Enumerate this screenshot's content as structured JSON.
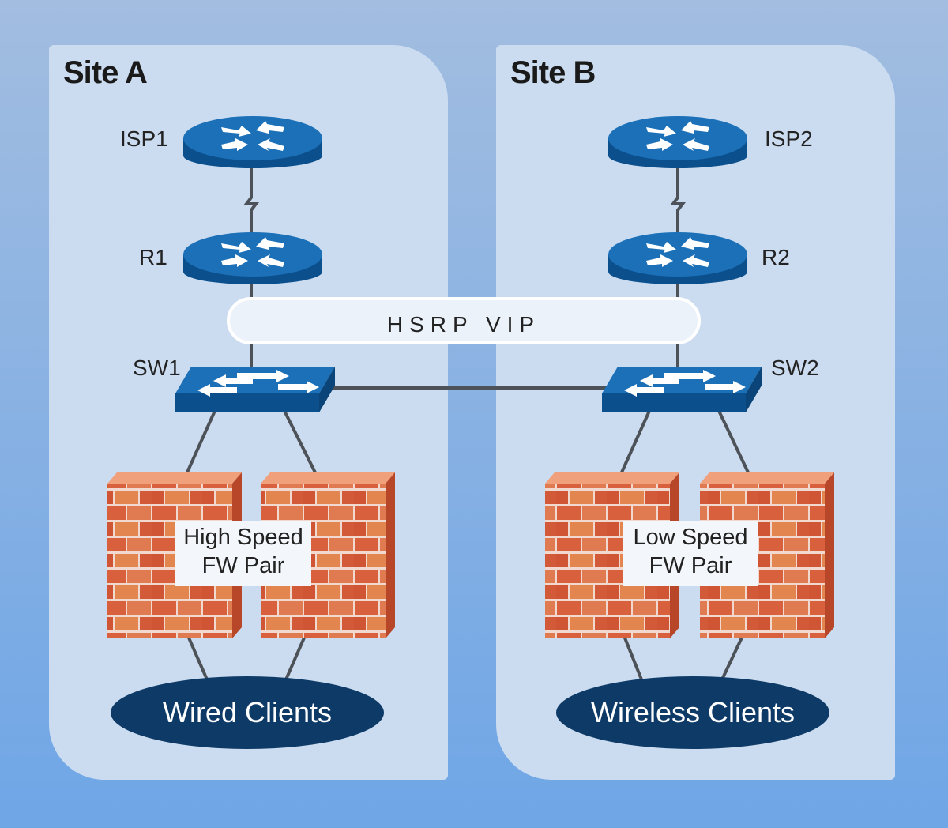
{
  "sites": [
    {
      "title": "Site A"
    },
    {
      "title": "Site B"
    }
  ],
  "devices": {
    "isp1": "ISP1",
    "isp2": "ISP2",
    "r1": "R1",
    "r2": "R2",
    "sw1": "SW1",
    "sw2": "SW2"
  },
  "hsrp": {
    "label": "HSRP VIP"
  },
  "firewalls": {
    "high": {
      "line1": "High Speed",
      "line2": "FW Pair"
    },
    "low": {
      "line1": "Low Speed",
      "line2": "FW Pair"
    }
  },
  "clients": {
    "wired": "Wired Clients",
    "wireless": "Wireless Clients"
  },
  "colors": {
    "panel": "#cbdcf0",
    "device_blue": "#1b70b8",
    "device_dark": "#0b4f8c",
    "link": "#4d5258",
    "brick": "#d9603c",
    "client_fill": "#0d3a66"
  }
}
